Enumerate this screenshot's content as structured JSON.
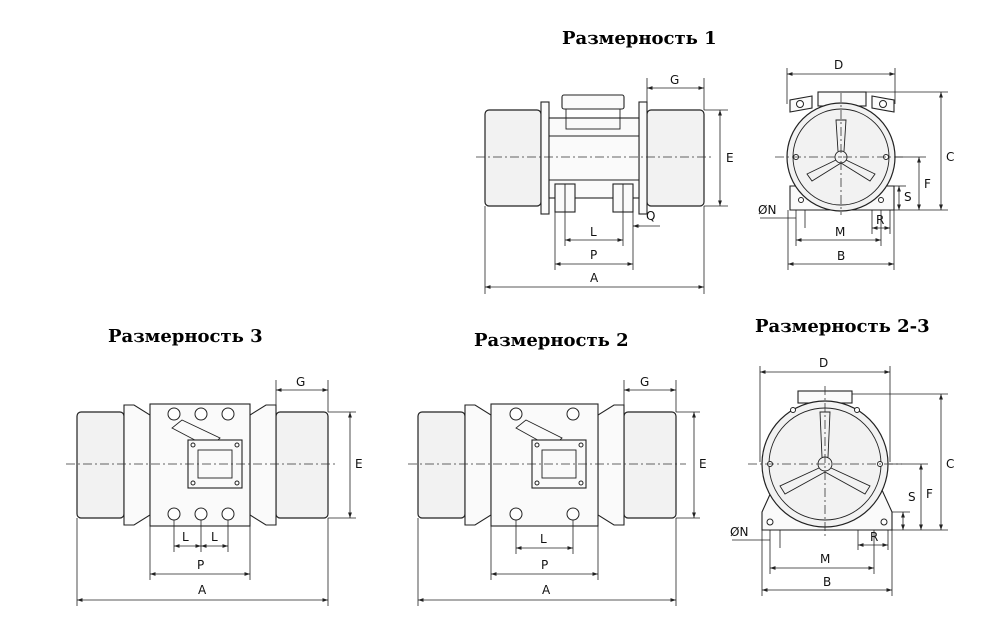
{
  "titles": {
    "v1": "Размерность 1",
    "v3": "Размерность 3",
    "v2": "Размерность 2",
    "v23": "Размерность 2-3"
  },
  "dims": {
    "A": "A",
    "B": "B",
    "C": "C",
    "D": "D",
    "E": "E",
    "F": "F",
    "G": "G",
    "L": "L",
    "M": "M",
    "N": "ØN",
    "P": "P",
    "Q": "Q",
    "R": "R",
    "S": "S"
  }
}
